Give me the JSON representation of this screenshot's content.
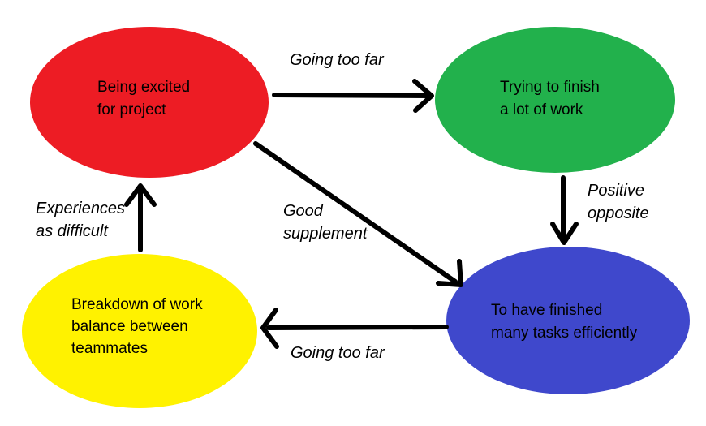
{
  "diagram": {
    "background": "#ffffff",
    "ink": "#000000",
    "nodes": {
      "excited": {
        "color": "#ed1c24",
        "line1": "Being excited",
        "line2": "for project"
      },
      "trying": {
        "color": "#22b14c",
        "line1": "Trying to finish",
        "line2": "a lot of work"
      },
      "finished": {
        "color": "#3f48cc",
        "line1": "To have finished",
        "line2": "many tasks efficiently"
      },
      "breakdown": {
        "color": "#fff200",
        "line1": "Breakdown of work",
        "line2": "balance between",
        "line3": "teammates"
      }
    },
    "edges": {
      "excited_to_trying": {
        "label": "Going too far"
      },
      "trying_to_finished": {
        "line1": "Positive",
        "line2": "opposite"
      },
      "excited_to_finished": {
        "line1": "Good",
        "line2": "supplement"
      },
      "finished_to_breakdown": {
        "label": "Going too far"
      },
      "breakdown_to_excited": {
        "line1": "Experiences",
        "line2": "as difficult"
      }
    }
  }
}
